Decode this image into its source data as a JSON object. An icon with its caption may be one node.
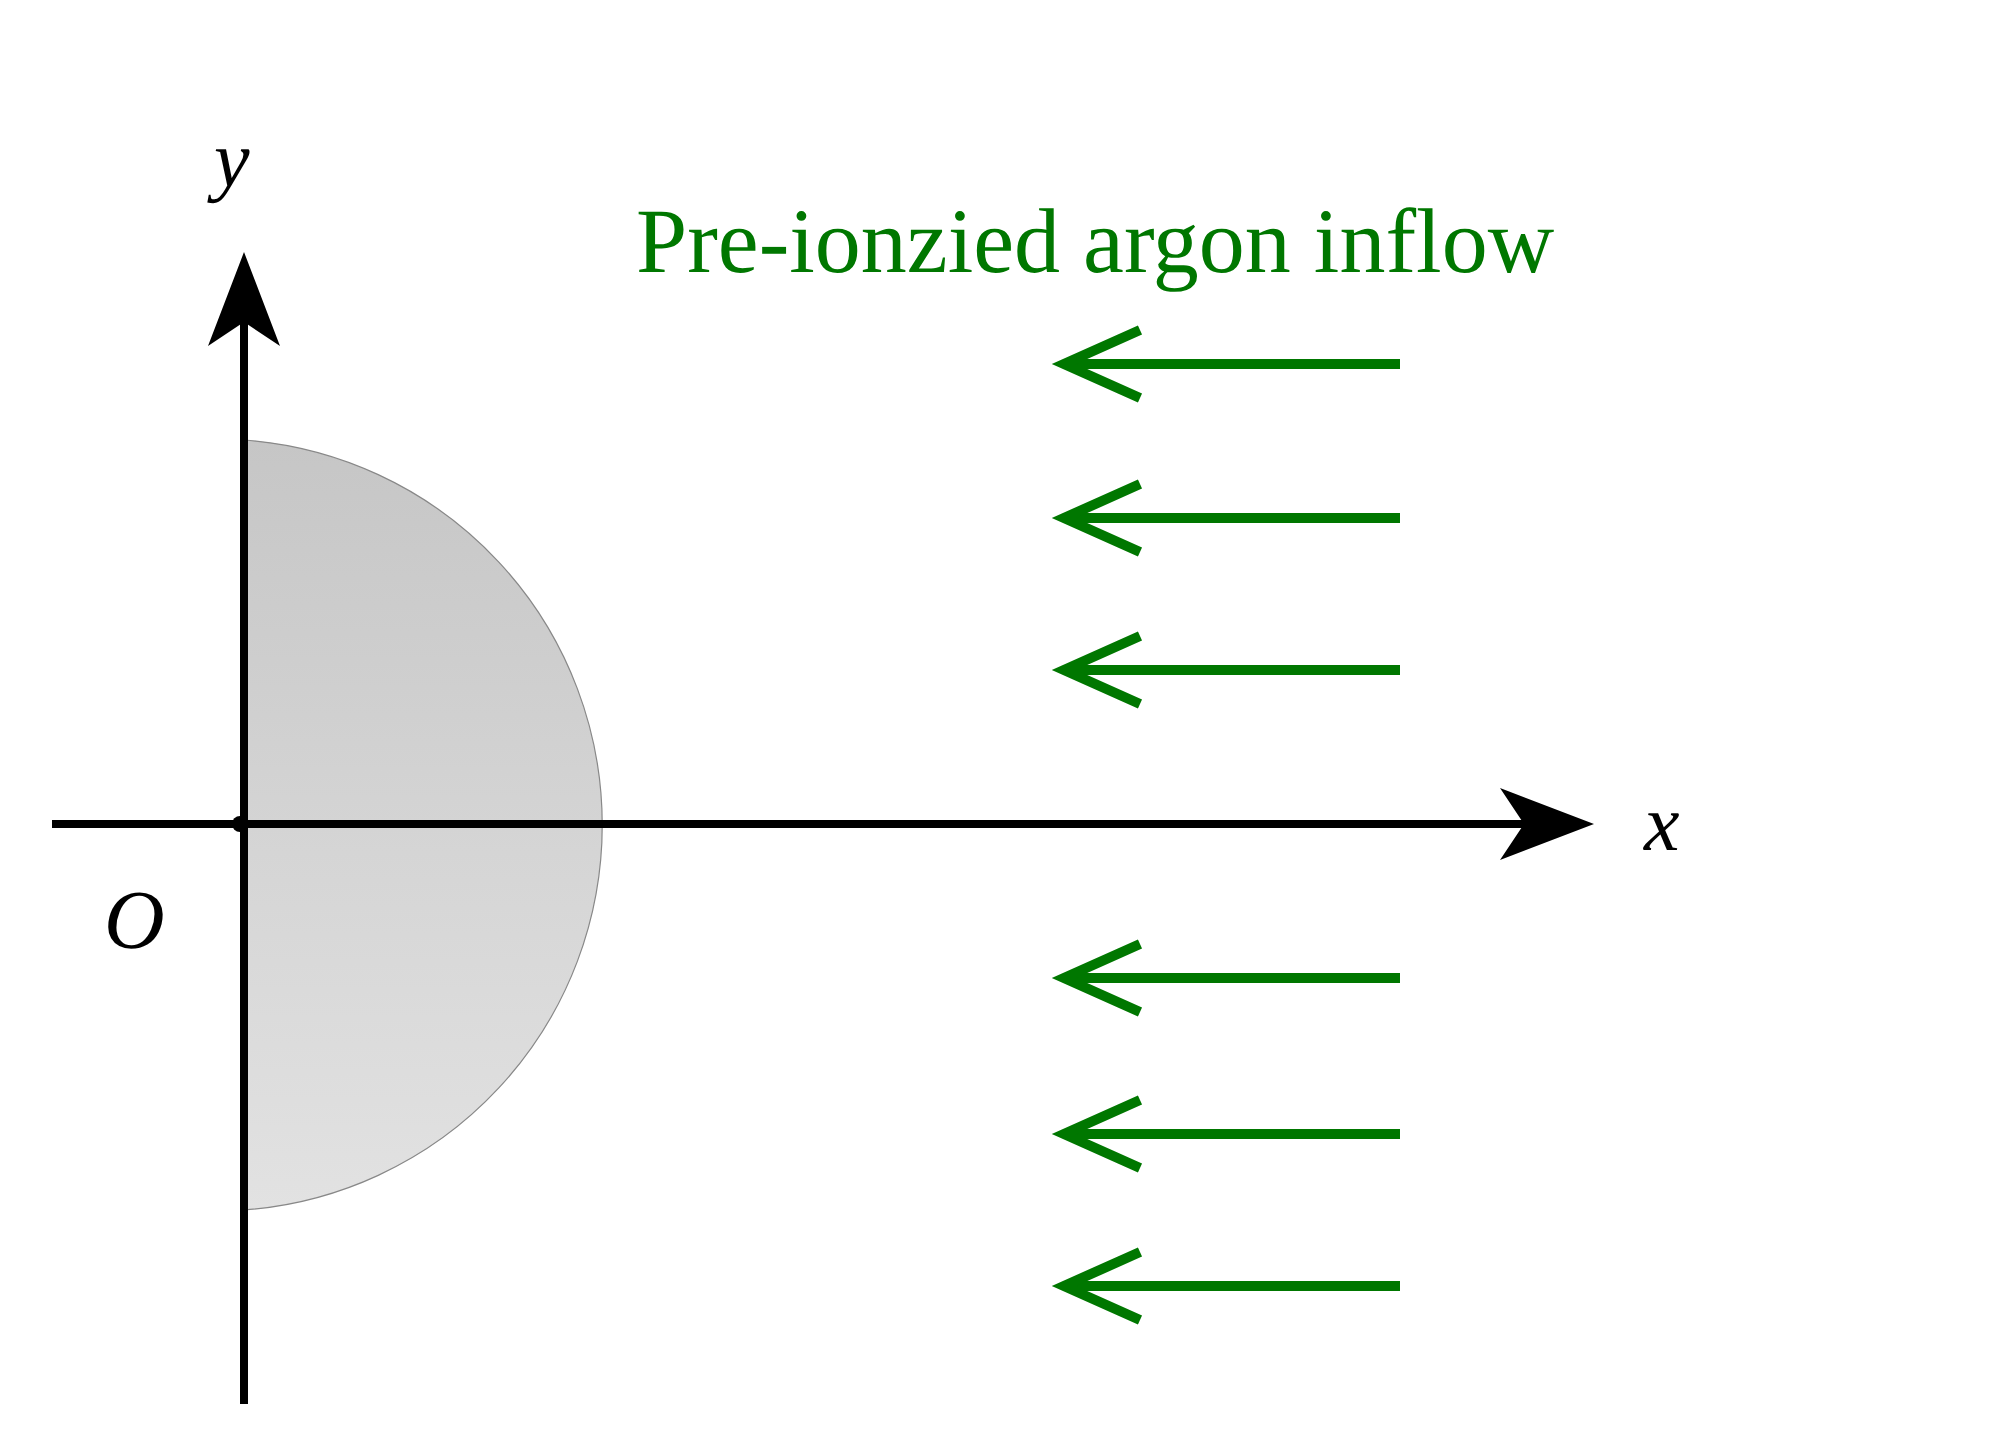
{
  "diagram": {
    "labels": [
      "y",
      "Pre-ionzied argon inflow",
      "x",
      "O"
    ]
  }
}
